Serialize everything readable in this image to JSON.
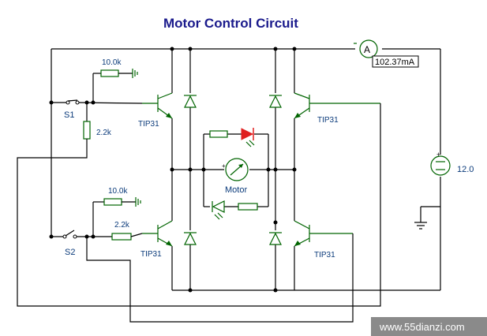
{
  "title": "Motor Control Circuit",
  "switches": {
    "s1": "S1",
    "s2": "S2"
  },
  "resistors": {
    "r_top_pull": "10.0k",
    "r_top_base": "2.2k",
    "r_bot_pull": "10.0k",
    "r_bot_base": "2.2k"
  },
  "transistors": {
    "q1": "TIP31",
    "q2": "TIP31",
    "q3": "TIP31",
    "q4": "TIP31"
  },
  "motor_label": "Motor",
  "ammeter_reading": "102.37mA",
  "source_voltage": "12.0",
  "watermark": "www.55dianzi.com",
  "colors": {
    "title": "#1a1a8c",
    "component": "#006400",
    "led": "#e02020",
    "watermark_bg": "#8a8a8a"
  }
}
